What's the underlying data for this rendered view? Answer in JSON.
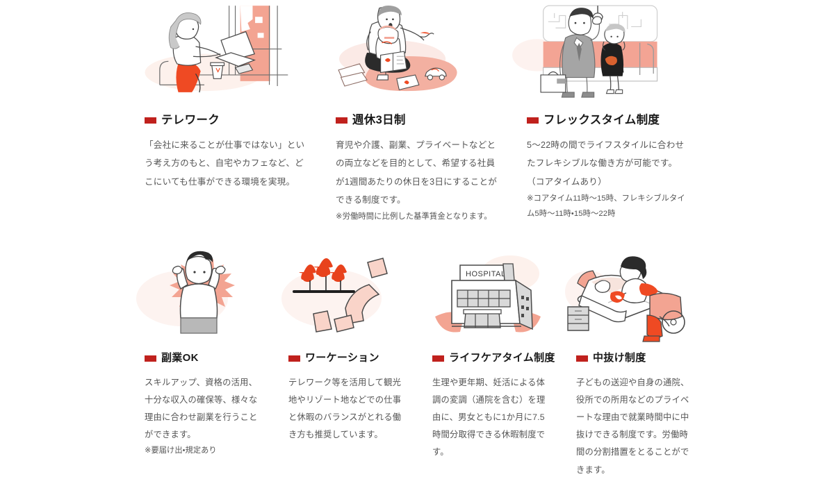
{
  "accent_colors": {
    "marker_red": "#c0211d",
    "illustration_orange": "#e8481f",
    "illustration_salmon": "#f0a393",
    "illustration_blush": "#fadcd4",
    "illustration_grey": "#9a9a9a",
    "heading_text": "#1a1a1a",
    "body_text": "#555555",
    "background": "#ffffff"
  },
  "rows": [
    {
      "id": "row-top",
      "cards": [
        {
          "id": "telework",
          "icon": "telework-illustration",
          "title": "テレワーク",
          "body": "「会社に来ることが仕事ではない」という考え方のもと、自宅やカフェなど、どこにいても仕事ができる環境を実現。",
          "note": ""
        },
        {
          "id": "four-day-week",
          "icon": "parent-child-illustration",
          "title": "週休3日制",
          "body": "育児や介護、副業、プライベートなどとの両立などを目的として、希望する社員が1週間あたりの休日を3日にすることができる制度です。",
          "note": "※労働時間に比例した基準賃金となります。"
        },
        {
          "id": "flextime",
          "icon": "commuter-train-illustration",
          "title": "フレックスタイム制度",
          "body": "5〜22時の間でライフスタイルに合わせたフレキシブルな働き方が可能です。（コアタイムあり）",
          "note": "※コアタイム11時〜15時、フレキシブルタイム5時〜11時・15時〜22時"
        }
      ]
    },
    {
      "id": "row-bottom",
      "cards": [
        {
          "id": "side-job-ok",
          "icon": "cheering-person-illustration",
          "title": "副業OK",
          "body": "スキルアップ、資格の活用、十分な収入の確保等、様々な理由に合わせ副業を行うことができます。",
          "note": "※要届け出・規定あり"
        },
        {
          "id": "workation",
          "icon": "resort-road-illustration",
          "title": "ワーケーション",
          "body": "テレワーク等を活用して観光地やリゾート地などでの仕事と休暇のバランスがとれる働き方も推奨しています。",
          "note": ""
        },
        {
          "id": "life-care-time",
          "icon": "hospital-illustration",
          "title": "ライフケアタイム制度",
          "body": "生理や更年期、妊活による体調の変調（通院を含む）を理由に、男女ともに1か月に7.5時間分取得できる休暇制度です。",
          "note": ""
        },
        {
          "id": "mid-day-leave",
          "icon": "caregiving-illustration",
          "title": "中抜け制度",
          "body": "子どもの送迎や自身の通院、役所での所用などのプライベートな理由で就業時間中に中抜けできる制度です。労働時間の分割措置をとることができます。",
          "note": ""
        }
      ]
    }
  ],
  "illustration_labels": {
    "hospital_sign": "HOSPITAL"
  }
}
